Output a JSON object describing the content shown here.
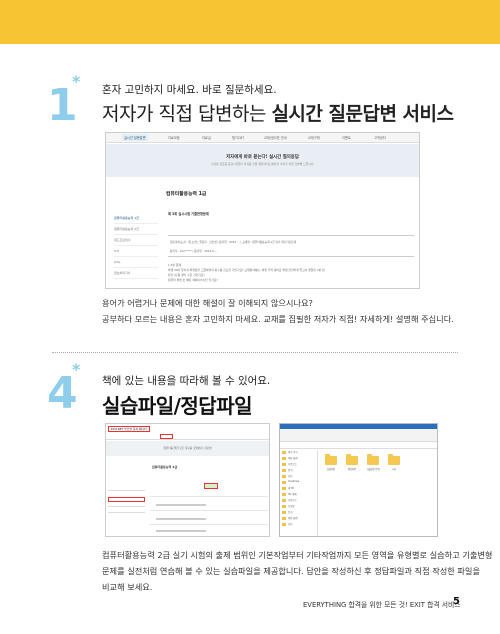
{
  "colors": {
    "top_bar": "#f7c533",
    "accent": "#8fcdec"
  },
  "section1": {
    "number": "1",
    "subtitle": "혼자 고민하지 마세요. 바로 질문하세요.",
    "title_light": "저자가 직접 답변하는",
    "title_bold": "실시간 질문답변 서비스",
    "line1": "용어가 어렵거나 문제에 대한 해설이 잘 이해되지 않으시나요?",
    "line2": "공부하다 모르는 내용은 혼자 고민하지 마세요. 교재를 집필한 저자가 직접! 자세하게! 설명해 주십니다."
  },
  "shot1": {
    "nav": [
      "실시간 질문답변",
      "자료모음",
      "자료실",
      "챙기CBT",
      "교재/정오표 안내",
      "교재구매",
      "이벤트",
      "고객센터"
    ],
    "hero_title": "저자에게 바로 묻는다! 실시간 질의응답",
    "hero_sub": "수험생 궁금증 공감! 컴퓨터 자격증 전문 컴퓨터이노베이션 저자가 직접 답변해 드립니다.",
    "page_title": "컴퓨터활용능력 1급",
    "sidebar": [
      "컴퓨터활용능력 1급",
      "컴퓨터활용능력 2급",
      "워드프로세서",
      "ITQ",
      "GTQ",
      "정보처리기사"
    ],
    "question": "제 3회 실시시험 기출변형문제",
    "meta1": "험문출처/도서 : 컴 소개  |  질문자 : 김인성  |  등록일 : 2023 ...  |  교재명 : 컴퓨터활용능력 1급 필기 최신기출문제",
    "meta2": "등록자 : kim*****  |  등록일 : 2023-0-...",
    "body": [
      "1.4번 문제",
      "확생 40이 들어서 확생형을 그렸하면서 회수를 강조한 기인가요? 교재방식에는, 확생 주석 대비로 확생 을전하게 알고서 방향을 2편 낸",
      "완전 내 좀 넣어 수준 거인가요?",
      "컴퓨터 확생 초 에이 3에이라 이인 인가요?"
    ]
  },
  "section2": {
    "number": "4",
    "subtitle": "책에 있는 내용을 따라해 볼 수 있어요.",
    "title": "실습파일/정답파일",
    "line1": "컴퓨터활용능력 2급 실기 시험의 출제 범위인 기본작업부터 기타작업까지 모든 영역을 유형별로 실습하고 기출변형",
    "line2": "문제를 실전처럼 연습해 볼 수 있는 실습파일을 제공합니다. 답안을 작성하신 후 정답파일과 직접 작성한 파일을",
    "line3": "비교해 보세요."
  },
  "shot2": {
    "brand": "EXIT.NET 부르면 합격 에디터",
    "hero": "컴퓨터를 위한 모든 자료를 모았어요! 자료실",
    "page_title": "컴퓨터활용능력 2급"
  },
  "shot3": {
    "nav": [
      "바로 가기",
      "바탕 화면",
      "다운로드",
      "문서",
      "사진",
      "OneDrive",
      "내 PC",
      "3D 개체",
      "다운로드",
      "동영상",
      "문서",
      "바탕 화면",
      "사진"
    ],
    "folders": [
      "실습파일",
      "정답파일",
      "기출변형 문제",
      "기타"
    ]
  },
  "footer": {
    "text": "EVERYTHING 합격을 위한 모든 것! EXIT 합격 서비스",
    "page": "5"
  }
}
